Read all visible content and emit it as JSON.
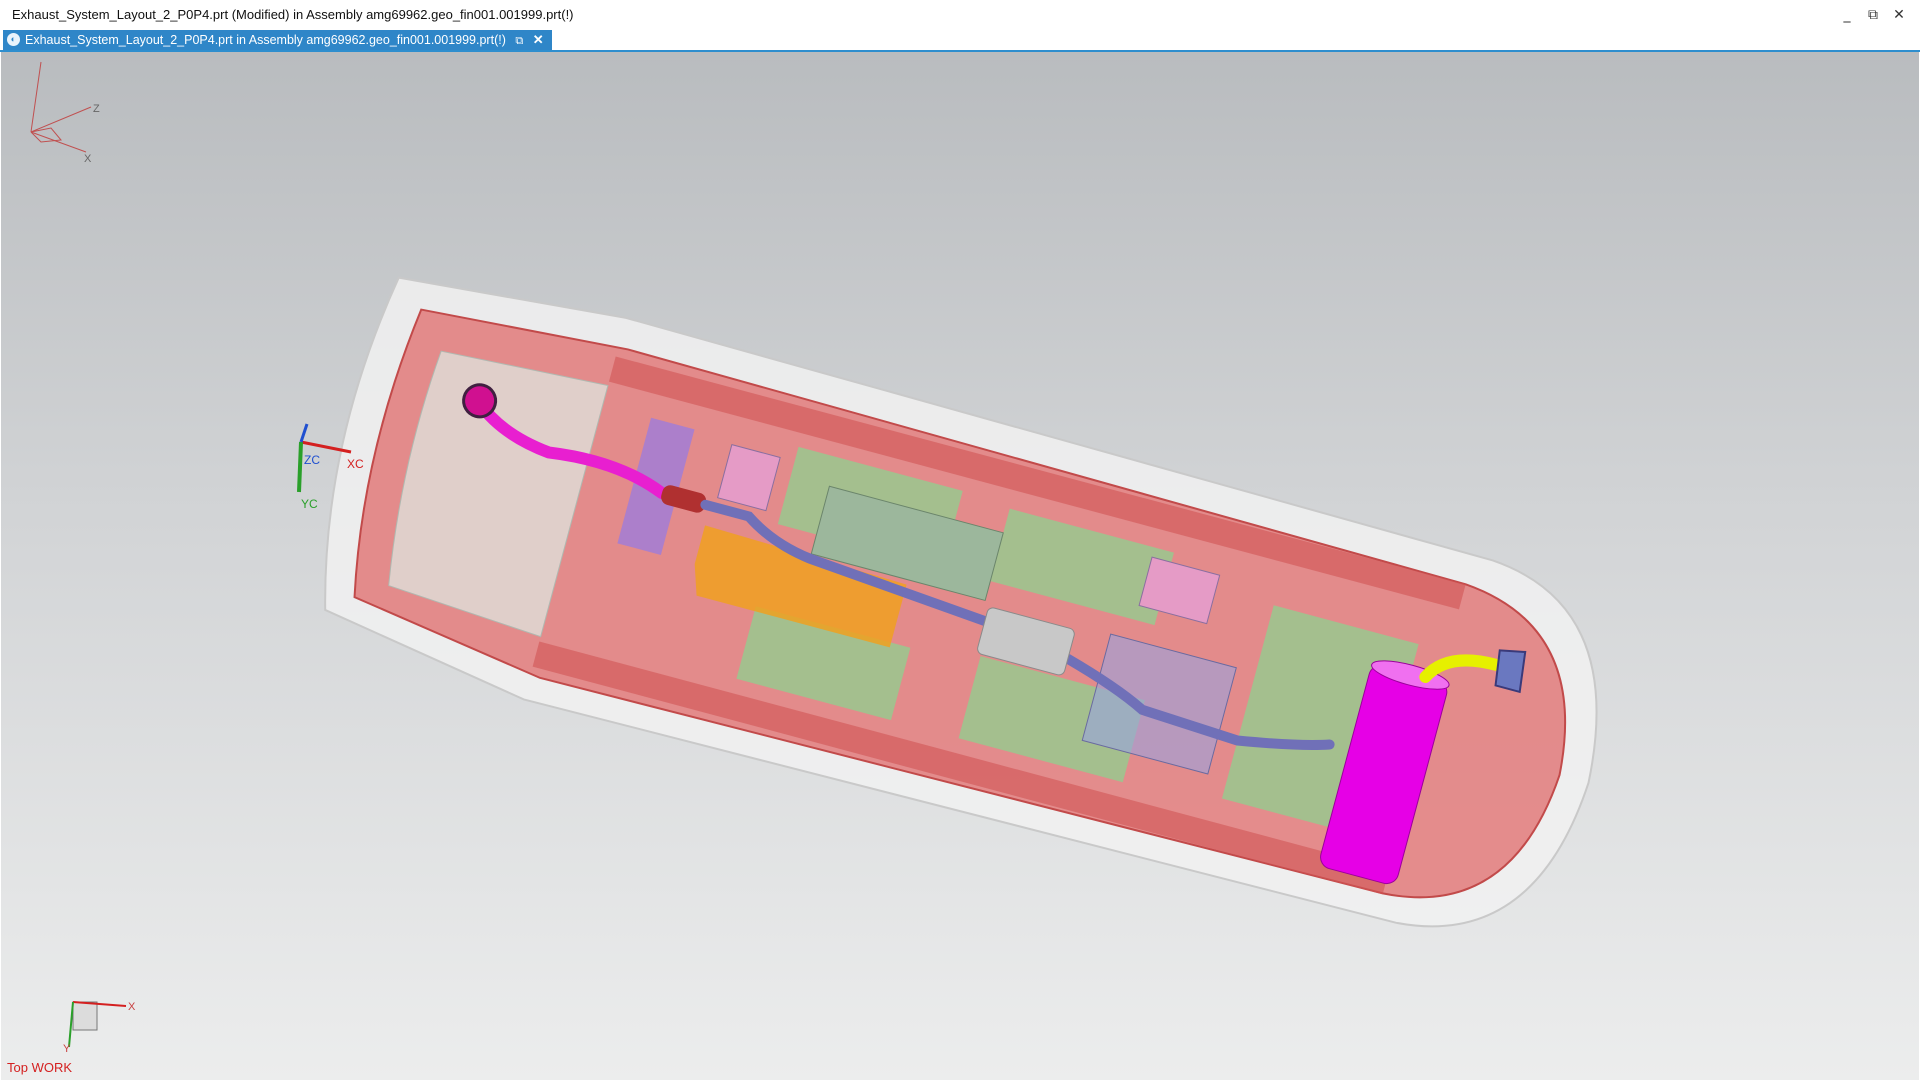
{
  "window": {
    "title": "Exhaust_System_Layout_2_P0P4.prt (Modified) in Assembly amg69962.geo_fin001.001999.prt(!)",
    "controls": {
      "minimize": "_",
      "restore": "⧉",
      "close": "✕"
    }
  },
  "tab": {
    "label": "Exhaust_System_Layout_2_P0P4.prt in Assembly amg69962.geo_fin001.001999.prt(!)",
    "icon": "nx-part-icon",
    "popout_icon": "popout-icon",
    "close_glyph": "✕"
  },
  "viewport": {
    "triad_top": {
      "z": "Z",
      "x": "X"
    },
    "wcs": {
      "zc": "ZC",
      "xc": "XC",
      "yc": "YC"
    },
    "triad_bottom": {
      "x": "X",
      "y": "Y"
    },
    "view_label": "Top WORK",
    "colors": {
      "background_top": "#b9bcbf",
      "background_bottom": "#eceded",
      "body_structure": "#e06f6f",
      "floor_panels": "#8fd08f",
      "front_pipe": "#e81fd0",
      "center_pipe": "#7070b8",
      "muffler_center": "#c8c8c8",
      "rear_muffler": "#e600e6",
      "tailpipe": "#e6f000",
      "fuel_tank": "#f0a020",
      "axis_x": "#d42020",
      "axis_y": "#2aa02a",
      "axis_z": "#2050d0"
    }
  }
}
